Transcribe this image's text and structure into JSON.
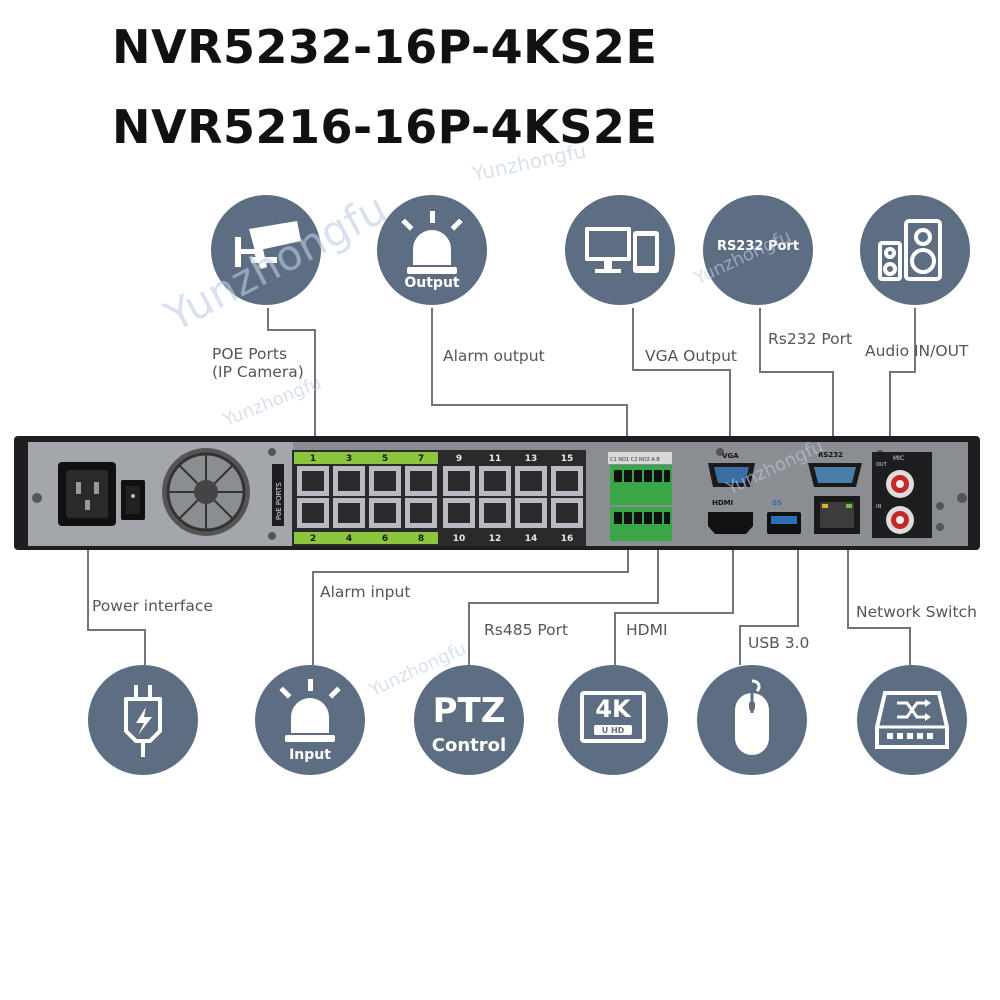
{
  "titles": {
    "model_a": "NVR5232-16P-4KS2E",
    "model_b": "NVR5216-16P-4KS2E"
  },
  "labels": {
    "poe_ports_line1": "POE Ports",
    "poe_ports_line2": "(IP Camera)",
    "alarm_output": "Alarm output",
    "vga_output": "VGA Output",
    "rs232_port": "Rs232 Port",
    "audio_in_out": "Audio IN/OUT",
    "power_interface": "Power interface",
    "alarm_input": "Alarm input",
    "rs485_port": "Rs485 Port",
    "hdmi": "HDMI",
    "usb": "USB 3.0",
    "network_switch": "Network Switch"
  },
  "icons": {
    "output_text": "Output",
    "rs232_text": "RS232 Port",
    "input_text": "Input",
    "ptz_line1": "PTZ",
    "ptz_line2": "Control",
    "uhd_4k": "4K",
    "uhd_text": "U HD"
  },
  "panel": {
    "poe_label": "PoE PORTS",
    "top_port_numbers": [
      "1",
      "3",
      "5",
      "7",
      "9",
      "11",
      "13",
      "15"
    ],
    "bottom_port_numbers": [
      "2",
      "4",
      "6",
      "8",
      "10",
      "12",
      "14",
      "16"
    ],
    "vga": "VGA",
    "hdmi": "HDMI",
    "usb": "SS",
    "rs232": "RS232",
    "mic": "MIC",
    "out": "OUT",
    "in": "IN",
    "terminal": "C1 NO1 C2 NO2 A B"
  },
  "watermark": "Yunzhongfu",
  "colors": {
    "icon_bg": "#5e6e82",
    "line": "#6e7480",
    "panel": "#1e1e20",
    "port_green": "#8cc63f"
  }
}
